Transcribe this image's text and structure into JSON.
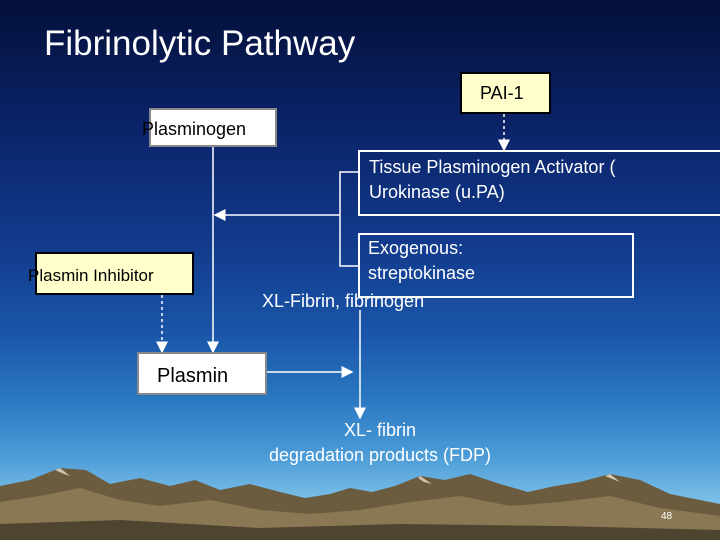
{
  "slide": {
    "title": "Fibrinolytic Pathway",
    "page_number": "48"
  },
  "nodes": {
    "pai1": "PAI-1",
    "plasminogen": "Plasminogen",
    "tpa": [
      "Tissue Plasminogen Activator (",
      "Urokinase (u.PA)"
    ],
    "exogenous": [
      "Exogenous:",
      "streptokinase"
    ],
    "plasmin_inhibitor": "Plasmin Inhibitor",
    "xl_fibrin": "XL-Fibrin, fibrinogen",
    "plasmin": "Plasmin",
    "fdp": [
      "XL- fibrin",
      "degradation products (FDP)"
    ]
  },
  "colors": {
    "box_fill": "#ffffcc",
    "text_on_dark": "#ffffff",
    "mountain": "#7a6a4e"
  }
}
